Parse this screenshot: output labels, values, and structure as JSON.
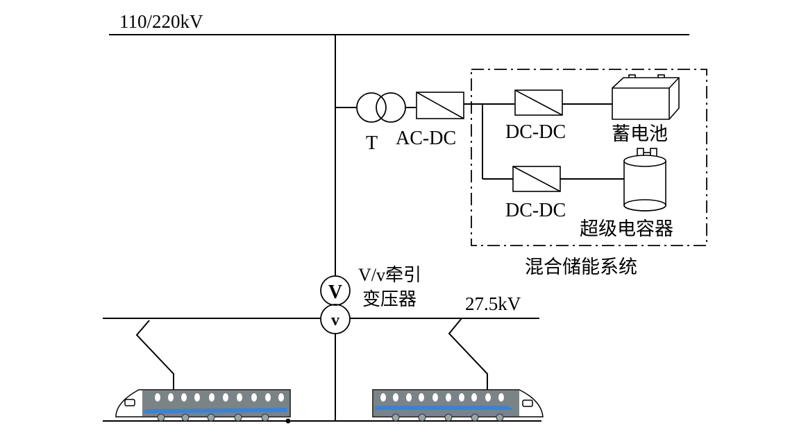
{
  "diagram": {
    "grid_bus_label": "110/220kV",
    "transformer_label": "T",
    "acdc_label": "AC-DC",
    "dcdc_battery_label": "DC-DC",
    "battery_label": "蓄电池",
    "dcdc_supercap_label": "DC-DC",
    "supercap_label": "超级电容器",
    "hess_label": "混合储能系统",
    "traction_transformer_label_line1": "V/v牵引",
    "traction_transformer_label_line2": "变压器",
    "winding_primary": "V",
    "winding_secondary": "v",
    "catenary_label": "27.5kV",
    "colors": {
      "line": "#000000",
      "train_body": "#7a8386",
      "train_stripe": "#3b82d6",
      "train_nose": "#ffffff"
    }
  }
}
